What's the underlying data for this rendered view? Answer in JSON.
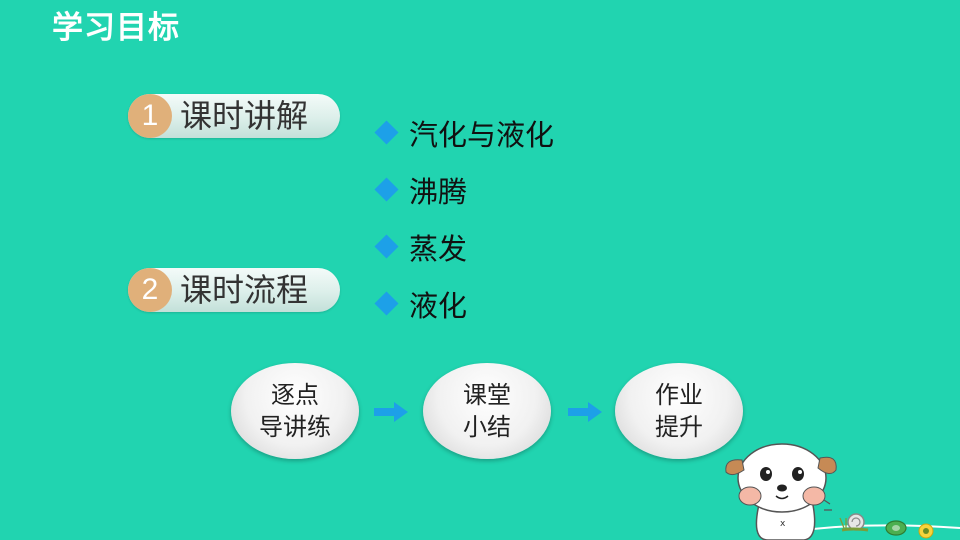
{
  "page": {
    "title": "学习目标"
  },
  "sections": [
    {
      "number": "1",
      "label": "课时讲解"
    },
    {
      "number": "2",
      "label": "课时流程"
    }
  ],
  "topics": [
    "汽化与液化",
    "沸腾",
    "蒸发",
    "液化"
  ],
  "flow": [
    {
      "line1": "逐点",
      "line2": "导讲练"
    },
    {
      "line1": "课堂",
      "line2": "小结"
    },
    {
      "line1": "作业",
      "line2": "提升"
    }
  ],
  "colors": {
    "background": "#21D4B0",
    "badge": "#E0B07A",
    "diamond": "#1DA0E8",
    "arrow": "#1DA0E8"
  },
  "icons": {
    "bullet": "diamond-icon",
    "flow_arrow": "arrow-right-icon",
    "mascot": "puppy-mascot-icon"
  }
}
